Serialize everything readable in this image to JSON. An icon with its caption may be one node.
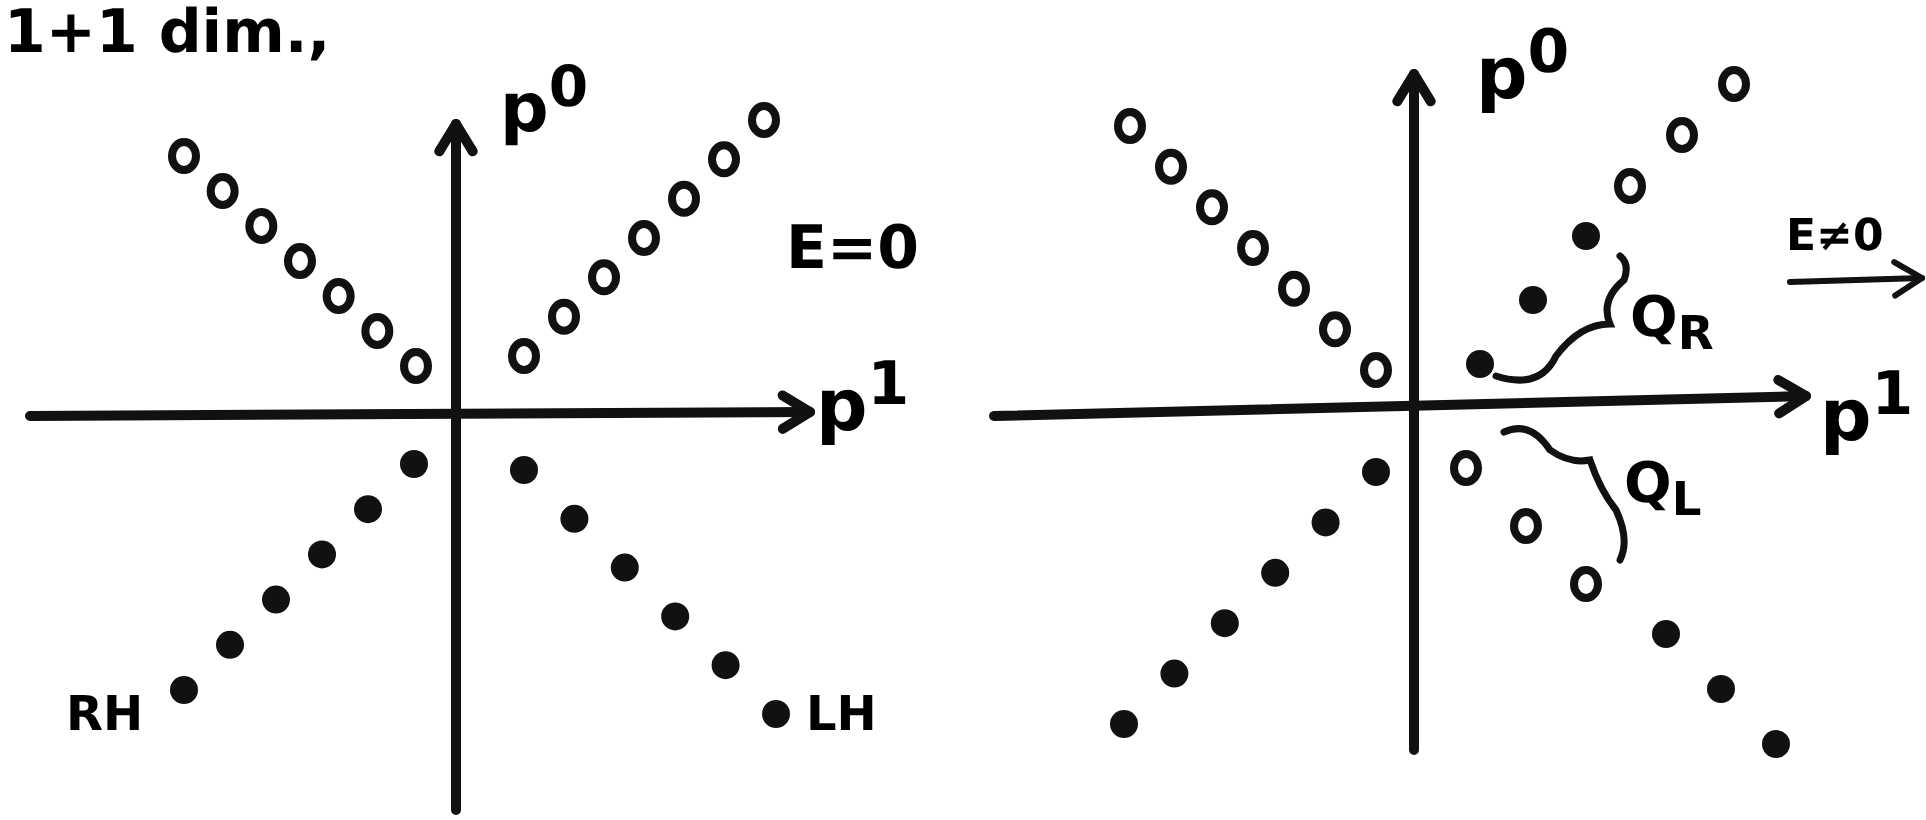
{
  "diagram": {
    "labels": [
      "1+1 dim.,",
      "p$^{0}$",
      "E=0",
      "p$^{1}$",
      "RH",
      "LH",
      "p$^{0}$",
      "E≠0",
      "Q$_{R}$",
      "p$^{1}$",
      "Q$_{L}$"
    ]
  }
}
